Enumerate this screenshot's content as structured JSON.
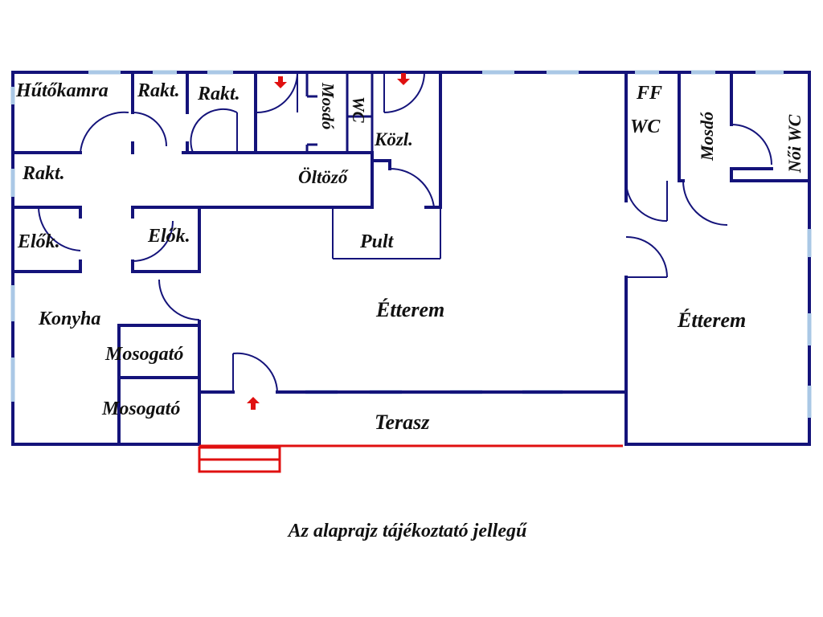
{
  "rooms": {
    "hutokamra": "Hűtőkamra",
    "rakt1": "Rakt.",
    "rakt2": "Rakt.",
    "mosdo1": "Mosdó",
    "wc1": "WC",
    "kozl": "Közl.",
    "ff": "FF",
    "wc_ff": "WC",
    "mosdo2": "Mosdó",
    "noi_wc": "Női WC",
    "rakt3": "Rakt.",
    "oltozo": "Öltöző",
    "elok1": "Elők.",
    "elok2": "Elők.",
    "pult": "Pult",
    "konyha": "Konyha",
    "etterem1": "Étterem",
    "etterem2": "Étterem",
    "mosogato1": "Mosogató",
    "mosogato2": "Mosogató",
    "terasz": "Terasz"
  },
  "caption": "Az alaprajz tájékoztató jellegű",
  "colors": {
    "wall": "#14137a",
    "window": "#aac8e6",
    "entrance": "#e01010",
    "text": "#111111"
  },
  "icons": {
    "entrance_arrows": "red-arrow-icon"
  }
}
